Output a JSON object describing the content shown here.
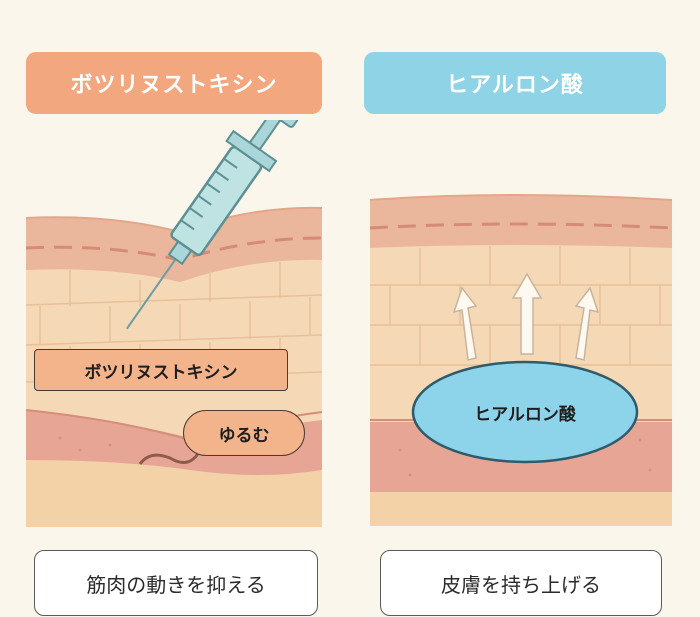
{
  "left": {
    "title": "ボツリヌストキシン",
    "injection_label": "ボツリヌストキシン",
    "effect_label": "ゆるむ",
    "caption": "筋肉の動きを抑える"
  },
  "right": {
    "title": "ヒアルロン酸",
    "filler_label": "ヒアルロン酸",
    "caption": "皮膚を持ち上げる"
  },
  "colors": {
    "botox_accent": "#f2a77e",
    "hyaluronic_accent": "#8fd3e6",
    "filler_fill": "#8dd3ea",
    "syringe": "#a9d6d8"
  }
}
